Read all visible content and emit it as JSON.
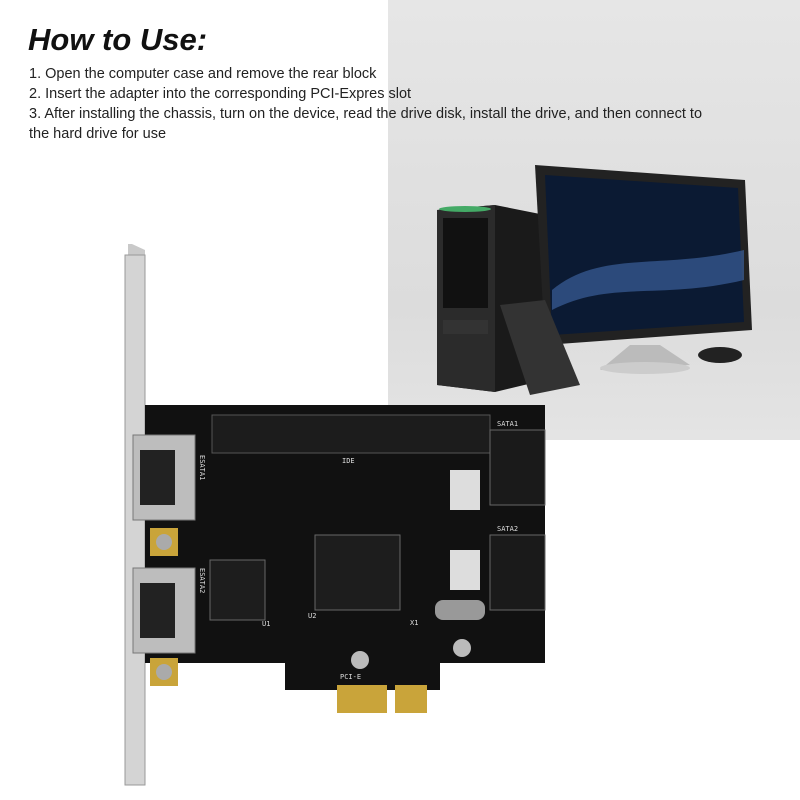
{
  "heading": "How to Use:",
  "steps": [
    "1. Open the computer case and remove the rear block",
    "2. Insert the adapter into the corresponding PCI-Expres slot",
    "3. After installing the chassis, turn on the device, read the drive disk, install the drive, and then connect to the hard drive for use"
  ],
  "board_labels": {
    "esata1": "ESATA1",
    "esata2": "ESATA2",
    "ide": "IDE",
    "sata1": "SATA1",
    "sata2": "SATA2",
    "pcie": "PCI-E",
    "u1": "U1",
    "u2": "U2",
    "x1": "X1"
  }
}
